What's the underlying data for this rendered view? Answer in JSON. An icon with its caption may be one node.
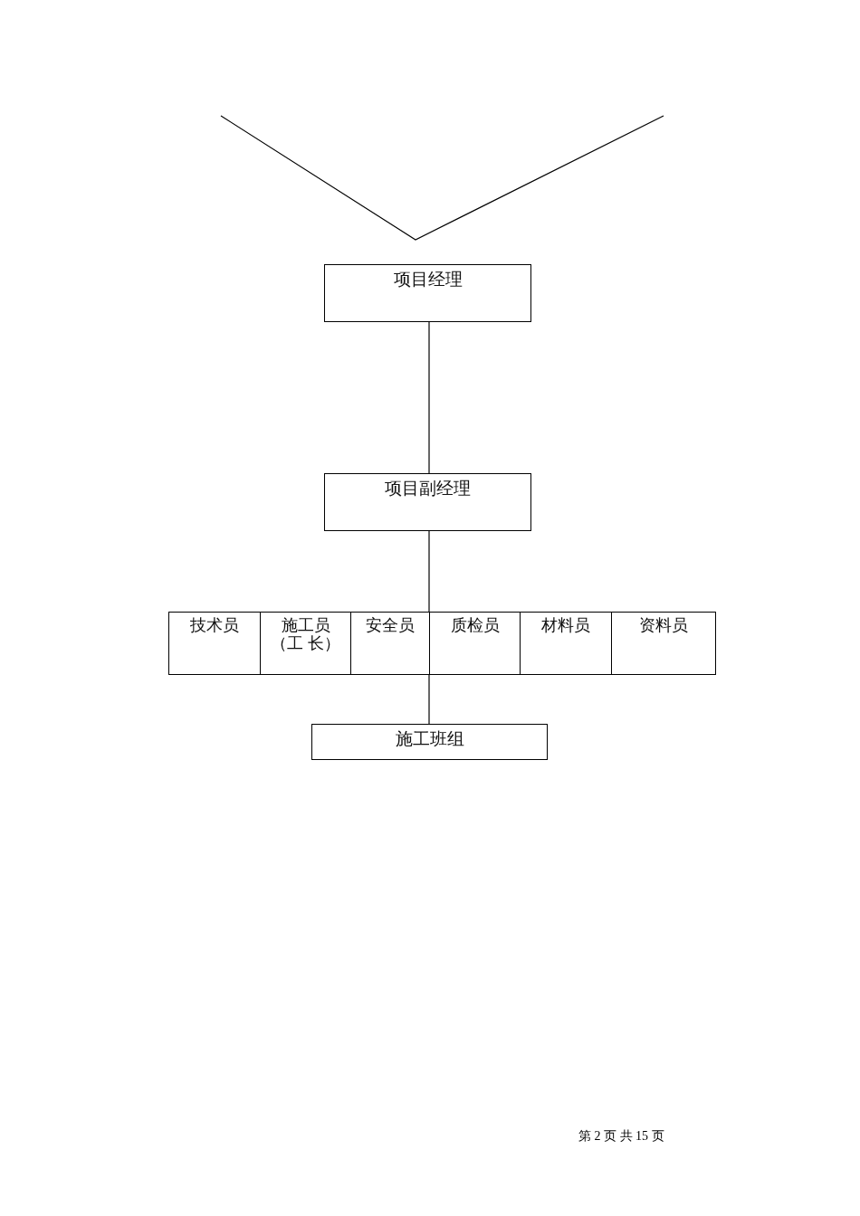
{
  "diagram": {
    "nodes": [
      {
        "text": [
          "项目经理"
        ]
      },
      {
        "text": [
          "项目副经理"
        ]
      },
      {
        "text": [],
        "shape": "box"
      },
      {
        "text": [
          "技术员"
        ],
        "in": 2
      },
      {
        "text": [
          "施工员",
          "（工 长）"
        ],
        "in": 2
      },
      {
        "text": [
          "安全员"
        ],
        "in": 2
      },
      {
        "text": [
          "质检员"
        ],
        "in": 2
      },
      {
        "text": [
          "材料员"
        ],
        "in": 2
      },
      {
        "text": [
          "资料员"
        ],
        "in": 2
      },
      {
        "text": [
          "施工班组"
        ]
      }
    ],
    "edges": [
      {
        "from": 0,
        "to": 1,
        "arrow": "none"
      },
      {
        "from": 1,
        "to": 2,
        "arrow": "none"
      },
      {
        "from": 2,
        "to": 9,
        "arrow": "none"
      }
    ],
    "labels": [
      "第 2 页 共 15 页"
    ]
  }
}
